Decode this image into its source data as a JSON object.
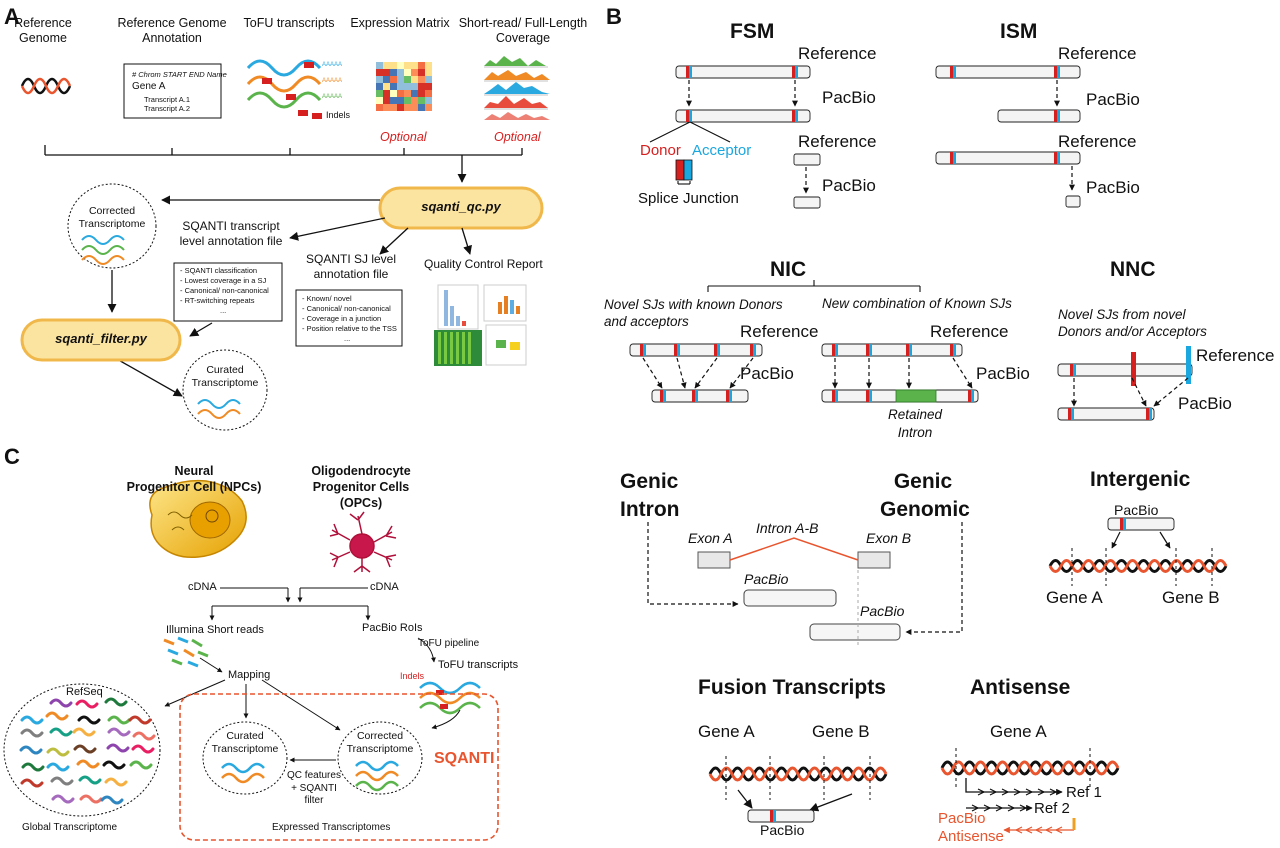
{
  "panel_a": {
    "letter": "A",
    "inputs": [
      "Reference\nGenome",
      "Reference Genome\nAnnotation",
      "ToFU transcripts",
      "Expression Matrix",
      "Short-read/ Full-Length\nCoverage"
    ],
    "annotation_box": [
      "# Chrom START END Name",
      "Gene A",
      "Transcript A.1",
      "Transcript A.2"
    ],
    "polya": "AAAAA",
    "indels_label": "Indels",
    "optional": "Optional",
    "qc_tool": "sqanti_qc.py",
    "filter_tool": "sqanti_filter.py",
    "corrected_transcriptome": "Corrected\nTranscriptome",
    "curated_transcriptome": "Curated\nTranscriptome",
    "transcript_level_file": "SQANTI transcript\nlevel annotation file",
    "sj_level_file": "SQANTI SJ level\nannotation file",
    "qc_report": "Quality Control Report",
    "transcript_fields": [
      "- SQANTI classification",
      "- Lowest coverage in a SJ",
      "- Canonical/ non-canonical",
      "- RT-switching repeats",
      "..."
    ],
    "sj_fields": [
      "- Known/ novel",
      "- Canonical/ non-canonical",
      "- Coverage in a junction",
      "- Position relative to the TSS",
      "..."
    ]
  },
  "panel_b": {
    "letter": "B",
    "fsm": "FSM",
    "ism": "ISM",
    "nic": "NIC",
    "nnc": "NNC",
    "reference": "Reference",
    "pacbio": "PacBio",
    "donor": "Donor",
    "acceptor": "Acceptor",
    "splice_junction": "Splice Junction",
    "nic_known": "Novel SJs with known Donors\nand acceptors",
    "nic_combo": "New combination of Known SJs",
    "nnc_desc": "Novel  SJs from novel\nDonors and/or Acceptors",
    "retained_intron": "Retained\nIntron",
    "genic_intron": "Genic\nIntron",
    "genic_genomic": "Genic\nGenomic",
    "intergenic": "Intergenic",
    "exon_a": "Exon A",
    "exon_b": "Exon B",
    "intron_ab": "Intron A-B",
    "gene_a": "Gene A",
    "gene_b": "Gene B",
    "fusion": "Fusion Transcripts",
    "antisense": "Antisense",
    "ref1": "Ref 1",
    "ref2": "Ref 2",
    "pacbio_antisense": "PacBio\nAntisense"
  },
  "panel_c": {
    "letter": "C",
    "npc": "Neural\nProgenitor Cell (NPCs)",
    "opc": "Oligodendrocyte\nProgenitor Cells\n(OPCs)",
    "cdna": "cDNA",
    "illumina": "Illumina Short reads",
    "pacbio_rois": "PacBio RoIs",
    "tofu_pipeline": "ToFU pipeline",
    "tofu_transcripts": "ToFU transcripts",
    "indels": "Indels",
    "mapping": "Mapping",
    "refseq": "RefSeq",
    "global": "Global Transcriptome",
    "curated": "Curated\nTranscriptome",
    "corrected": "Corrected\nTranscriptome",
    "qc_features": "QC features\n+ SQANTI\nfilter",
    "sqanti": "SQANTI",
    "expressed": "Expressed Transcriptomes"
  },
  "colors": {
    "donor_red": "#d62020",
    "acceptor_blue": "#1aa7e0",
    "tool_fill": "#fbe3a0",
    "tool_border": "#f0b84a",
    "orange": "#e8552e",
    "green_exon": "#5ab44b"
  }
}
